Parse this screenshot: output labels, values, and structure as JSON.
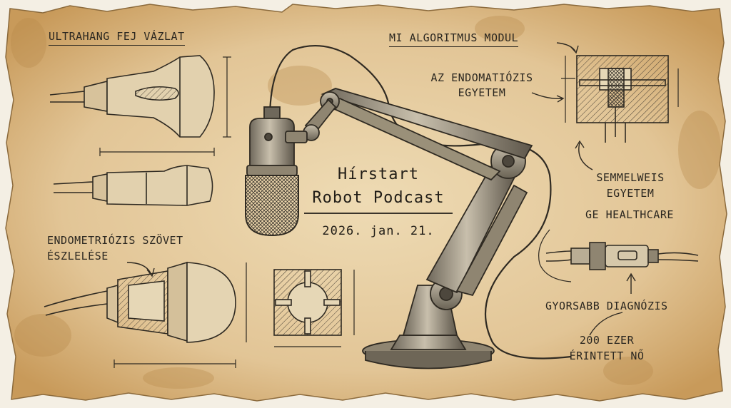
{
  "title": {
    "line1": "Hírstart",
    "line2": "Robot Podcast",
    "date": "2026. jan. 21."
  },
  "labels": {
    "ultrahang": "Ultrahang fej vázlat",
    "mi_algoritmus": "MI algoritmus modul",
    "endomatiozis_1": "Az endomatiózis",
    "endomatiozis_2": "egyetem",
    "semmelweis_1": "Semmelweis",
    "semmelweis_2": "egyetem",
    "ge": "GE Healthcare",
    "endometriozis_1": "Endometriózis szövet",
    "endometriozis_2": "észlelése",
    "diagnozis": "Gyorsabb diagnózis",
    "erintett_1": "200 ezer",
    "erintett_2": "érintett nő"
  },
  "colors": {
    "paper": "#e6cfa4",
    "paper_stain": "#c99d5c",
    "ink": "#2b2720",
    "metal": "#8d8371",
    "metal_dark": "#3f3a31"
  }
}
